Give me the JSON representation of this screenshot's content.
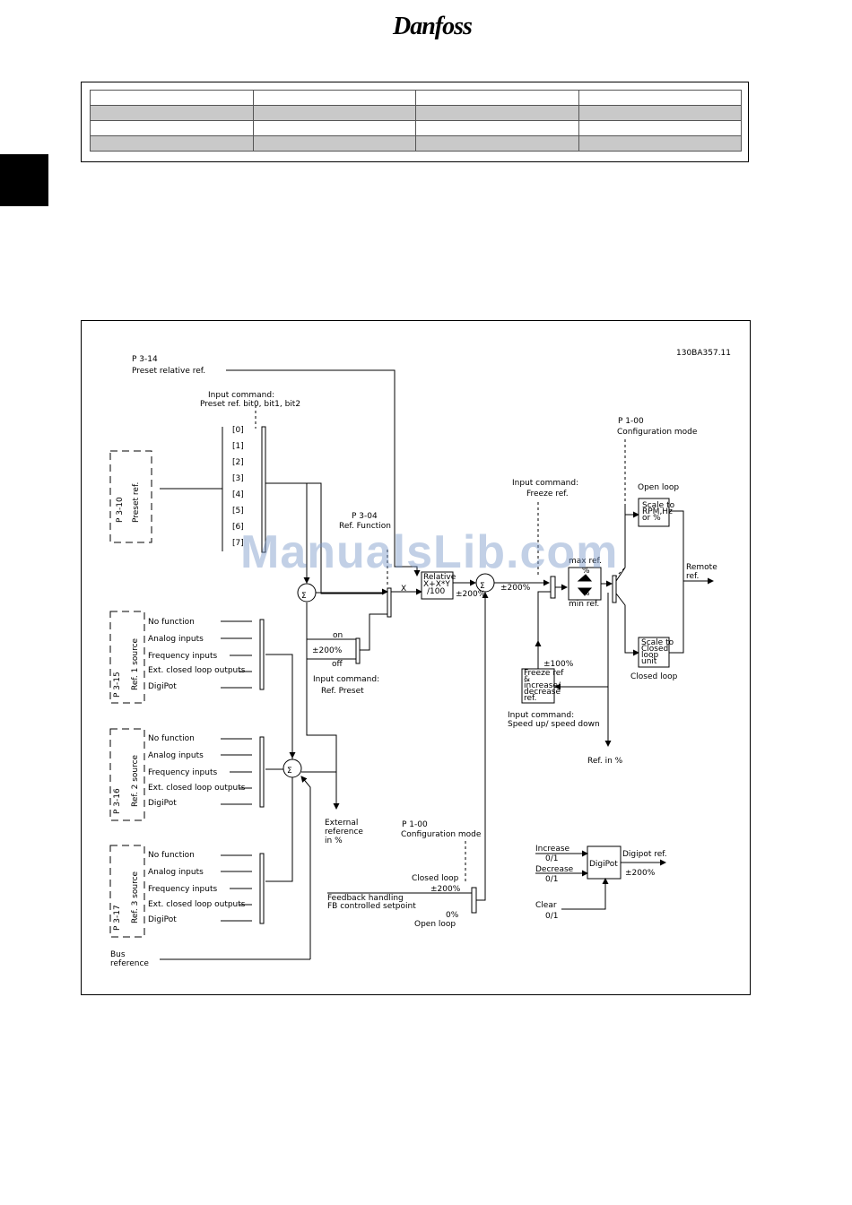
{
  "header": {
    "brand": "Danfoss"
  },
  "watermark": "ManualsLib.com",
  "diagram": {
    "drawing_no": "130BA357.11",
    "p314": {
      "param": "P 3-14",
      "desc": "Preset relative ref."
    },
    "input_cmd_preset": {
      "l1": "Input command:",
      "l2": "Preset ref. bit0, bit1, bit2"
    },
    "preset_indices": [
      "[0]",
      "[1]",
      "[2]",
      "[3]",
      "[4]",
      "[5]",
      "[6]",
      "[7]"
    ],
    "p310": {
      "param": "P 3-10",
      "desc": "Preset ref."
    },
    "p304": {
      "param": "P 3-04",
      "desc": "Ref. Function"
    },
    "x_label": "X",
    "relative_box": [
      "Relative",
      "X+X*Y",
      "/100"
    ],
    "pm200_a": "±200%",
    "pm200_b": "±200%",
    "pm200_c": "±200%",
    "on": "on",
    "off": "off",
    "ref_preset": {
      "l1": "Input command:",
      "l2": "Ref. Preset"
    },
    "freeze_ref_cmd": {
      "l1": "Input command:",
      "l2": "Freeze ref."
    },
    "max_ref": "max ref.",
    "min_ref": "min ref.",
    "pct": "%",
    "pm100": "±100%",
    "freeze_box": [
      "Freeze ref",
      "&",
      "increase/",
      "decrease",
      "ref."
    ],
    "speed_cmd": {
      "l1": "Input command:",
      "l2": "Speed up/ speed down"
    },
    "ref_in_pct": "Ref. in %",
    "p100_top": {
      "param": "P 1-00",
      "desc": "Configuration mode"
    },
    "open_loop": "Open loop",
    "scale_open": [
      "Scale to",
      "RPM,Hz",
      "or  %"
    ],
    "remote_ref": {
      "l1": "Remote",
      "l2": "ref."
    },
    "scale_closed": [
      "Scale  to",
      "Closed",
      "loop",
      "unit"
    ],
    "closed_loop": "Closed loop",
    "sources": [
      {
        "param": "P 3-15",
        "desc": "Ref. 1 source"
      },
      {
        "param": "P 3-16",
        "desc": "Ref. 2 source"
      },
      {
        "param": "P 3-17",
        "desc": "Ref. 3 source"
      }
    ],
    "source_options": [
      "No function",
      "Analog inputs",
      "Frequency inputs",
      "Ext. closed loop outputs",
      "DigiPot"
    ],
    "external_ref": {
      "l1": "External",
      "l2": "reference",
      "l3": "in %"
    },
    "p100_bottom": {
      "param": "P 1-00",
      "desc": "Configuration mode"
    },
    "closed_loop_b": "Closed loop",
    "feedback": {
      "l1": "Feedback handling",
      "l2": "FB controlled setpoint"
    },
    "zero_pct": "0%",
    "open_loop_b": "Open loop",
    "bus_ref": {
      "l1": "Bus",
      "l2": "reference"
    },
    "digipot": {
      "increase": "Increase",
      "inc_val": "0/1",
      "decrease": "Decrease",
      "dec_val": "0/1",
      "clear": "Clear",
      "clr_val": "0/1",
      "box": "DigiPot",
      "out": "Digipot ref.",
      "out_range": "±200%"
    },
    "sigma": "Σ"
  }
}
